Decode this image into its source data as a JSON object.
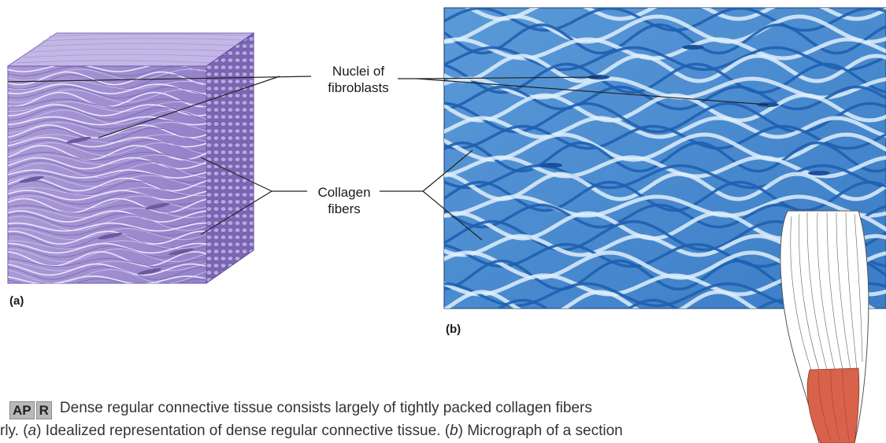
{
  "labels": {
    "nuclei": "Nuclei of\nfibroblasts",
    "collagen": "Collagen\nfibers",
    "panel_a": "(a)",
    "panel_b": "(b)"
  },
  "caption": {
    "badge_left": "AP",
    "badge_right": "R",
    "line1": "Dense regular connective tissue consists largely of tightly packed collagen fibers",
    "line2_start": "rly. (",
    "line2_a": "a",
    "line2_mid": ") Idealized representation of dense regular connective tissue. (",
    "line2_b": "b",
    "line2_end": ") Micrograph of a section"
  },
  "colors": {
    "cube_front": "#9f8ed0",
    "cube_top": "#c2b6e4",
    "cube_side": "#7f6bb8",
    "micrograph_blue": "#3f86cf",
    "muscle_red": "#d9624a"
  }
}
